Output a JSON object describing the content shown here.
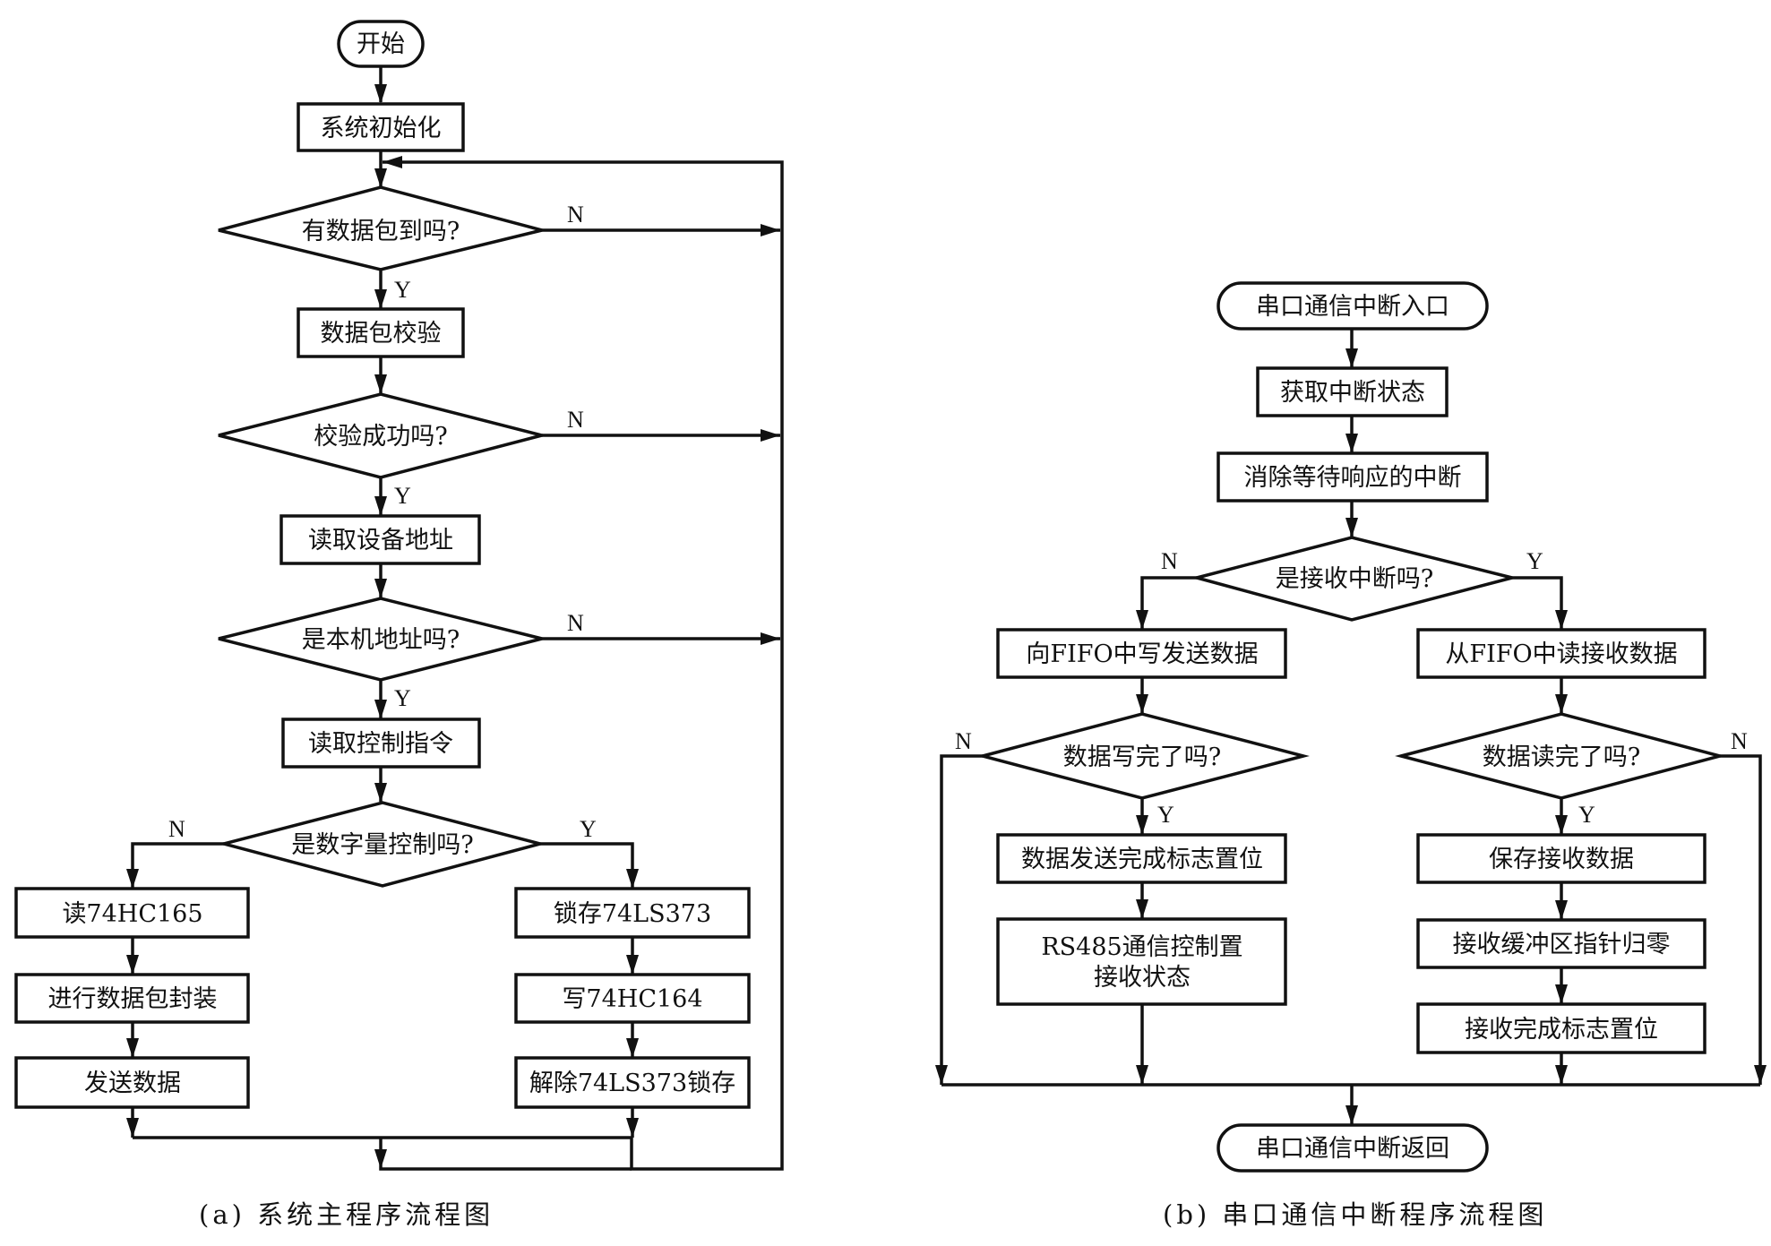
{
  "diagram_a": {
    "caption": "(a)  系统主程序流程图",
    "nodes": {
      "start": "开始",
      "init": "系统初始化",
      "q_packet": "有数据包到吗?",
      "checksum": "数据包校验",
      "q_check_ok": "校验成功吗?",
      "read_addr": "读取设备地址",
      "q_local_addr": "是本机地址吗?",
      "read_cmd": "读取控制指令",
      "q_digital": "是数字量控制吗?",
      "read_165": "读74HC165",
      "pack": "进行数据包封装",
      "send": "发送数据",
      "latch_373": "锁存74LS373",
      "write_164": "写74HC164",
      "unlatch_373": "解除74LS373锁存"
    },
    "labels": {
      "yes": "Y",
      "no": "N"
    }
  },
  "diagram_b": {
    "caption": "(b)  串口通信中断程序流程图",
    "nodes": {
      "entry": "串口通信中断入口",
      "get_status": "获取中断状态",
      "clear_pending": "消除等待响应的中断",
      "q_rx": "是接收中断吗?",
      "write_fifo": "向FIFO中写发送数据",
      "read_fifo": "从FIFO中读接收数据",
      "q_write_done": "数据写完了吗?",
      "q_read_done": "数据读完了吗?",
      "tx_flag": "数据发送完成标志置位",
      "rs485_line1": "RS485通信控制置",
      "rs485_line2": "接收状态",
      "save_rx": "保存接收数据",
      "reset_ptr": "接收缓冲区指针归零",
      "rx_flag": "接收完成标志置位",
      "return": "串口通信中断返回"
    },
    "labels": {
      "yes": "Y",
      "no": "N"
    }
  }
}
